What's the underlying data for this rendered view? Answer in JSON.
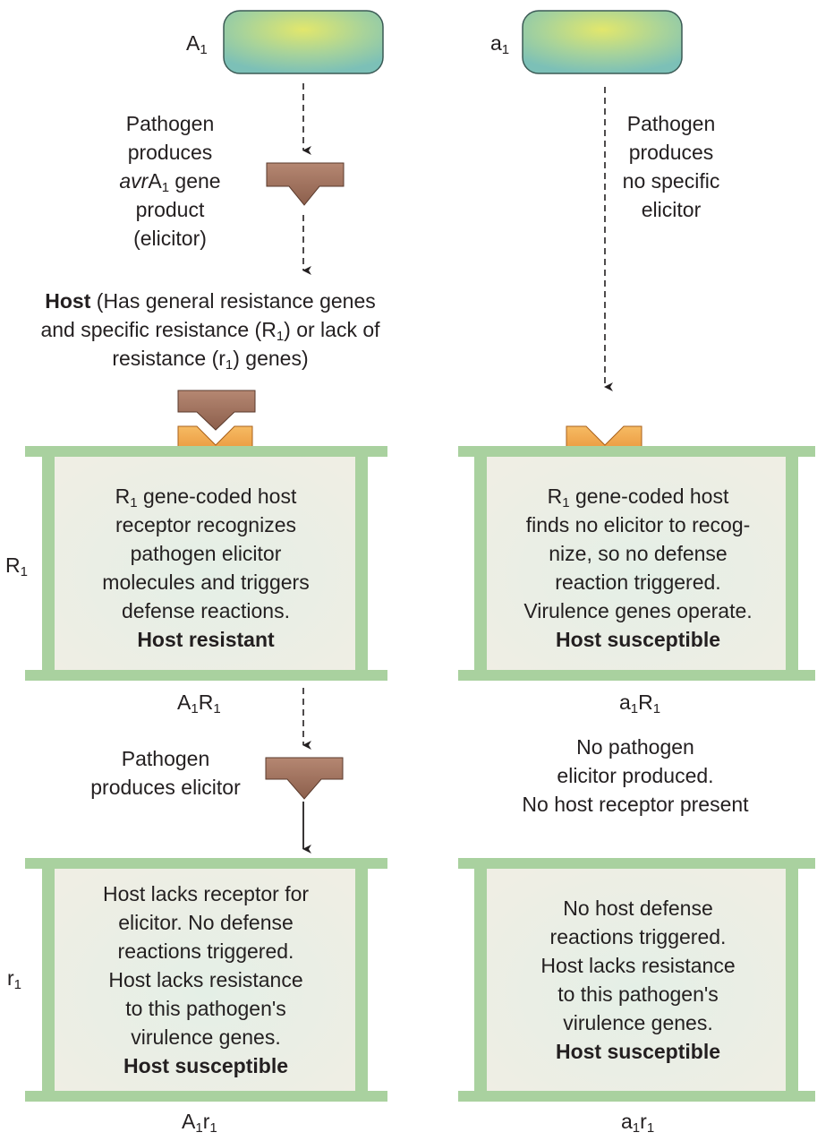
{
  "pathogen_labels": {
    "a_cap": "A",
    "a_low": "a",
    "sub": "1"
  },
  "left_top": {
    "line1": "Pathogen",
    "line2": "produces",
    "line3_italic": "avr",
    "line3_A": "A",
    "line3_sub": "1",
    "line3_rest": " gene",
    "line4": "product",
    "line5": "(elicitor)"
  },
  "right_top": {
    "lines": [
      "Pathogen",
      "produces",
      "no specific",
      "elicitor"
    ]
  },
  "host_desc": {
    "bold": "Host",
    "l1_rest": " (Has general resistance genes",
    "l2_a": "and specific resistance (R",
    "l2_sub": "1",
    "l2_b": ") or lack of",
    "l3_a": "resistance (r",
    "l3_sub": "1",
    "l3_b": ") genes)"
  },
  "row_labels": {
    "R": "R",
    "r": "r",
    "sub": "1"
  },
  "box_A1R1": {
    "l1_a": "R",
    "l1_sub": "1",
    "l1_b": " gene-coded host",
    "l2": "receptor recognizes",
    "l3": "pathogen elicitor",
    "l4": "molecules and triggers",
    "l5": "defense reactions.",
    "bold": "Host resistant"
  },
  "box_a1R1": {
    "l1_a": "R",
    "l1_sub": "1",
    "l1_b": " gene-coded host",
    "l2": "finds no elicitor to recog-",
    "l3": "nize, so no defense",
    "l4": "reaction triggered.",
    "l5": "Virulence genes operate.",
    "bold": "Host susceptible"
  },
  "genotype_labels": {
    "A1R1": {
      "p1": "A",
      "s1": "1",
      "p2": "R",
      "s2": "1"
    },
    "a1R1": {
      "p1": "a",
      "s1": "1",
      "p2": "R",
      "s2": "1"
    },
    "A1r1": {
      "p1": "A",
      "s1": "1",
      "p2": "r",
      "s2": "1"
    },
    "a1r1": {
      "p1": "a",
      "s1": "1",
      "p2": "r",
      "s2": "1"
    }
  },
  "left_mid": {
    "lines": [
      "Pathogen",
      "produces elicitor"
    ]
  },
  "right_mid": {
    "lines": [
      "No pathogen",
      "elicitor produced.",
      "No host receptor present"
    ]
  },
  "box_A1r1": {
    "lines": [
      "Host lacks receptor for",
      "elicitor. No defense",
      "reactions triggered.",
      "Host lacks resistance",
      "to this pathogen's",
      "virulence genes."
    ],
    "bold": "Host susceptible"
  },
  "box_a1r1": {
    "lines": [
      "No host defense",
      "reactions triggered.",
      "Host lacks resistance",
      "to this pathogen's",
      "virulence genes."
    ],
    "bold": "Host susceptible"
  },
  "colors": {
    "cell_wall": "#a9d19f",
    "cell_fill": "#efeee4",
    "elicitor": "#a47663",
    "receptor": "#f1a044",
    "pathogen_center": "#e2e76c",
    "pathogen_edge": "#7cc0b7",
    "arrow": "#231f20"
  }
}
